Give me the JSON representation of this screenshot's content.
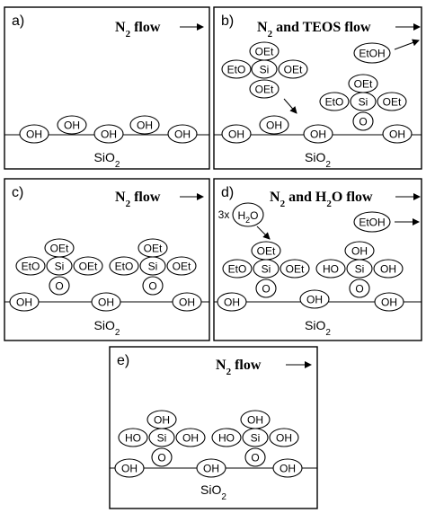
{
  "panels": [
    {
      "label": "a)",
      "flow": "N",
      "flow_sub": "2",
      "flow_rest": " flow",
      "substrate": "SiO",
      "substrate_sub": "2"
    },
    {
      "label": "b)",
      "flow": "N",
      "flow_sub": "2",
      "flow_rest": " and TEOS flow",
      "substrate": "SiO",
      "substrate_sub": "2"
    },
    {
      "label": "c)",
      "flow": "N",
      "flow_sub": "2",
      "flow_rest": " flow",
      "substrate": "SiO",
      "substrate_sub": "2"
    },
    {
      "label": "d)",
      "flow": "N",
      "flow_sub": "2",
      "flow_rest": " and H",
      "flow_sub2": "2",
      "flow_rest2": "O flow",
      "substrate": "SiO",
      "substrate_sub": "2"
    },
    {
      "label": "e)",
      "flow": "N",
      "flow_sub": "2",
      "flow_rest": " flow",
      "substrate": "SiO",
      "substrate_sub": "2"
    }
  ],
  "labels": {
    "oh": "OH",
    "oet": "OEt",
    "eto": "EtO",
    "si": "Si",
    "o": "O",
    "ho": "HO",
    "etoh": "EtOH",
    "water_count": "3x",
    "water_h": "H",
    "water_sub": "2",
    "water_o": "O"
  }
}
